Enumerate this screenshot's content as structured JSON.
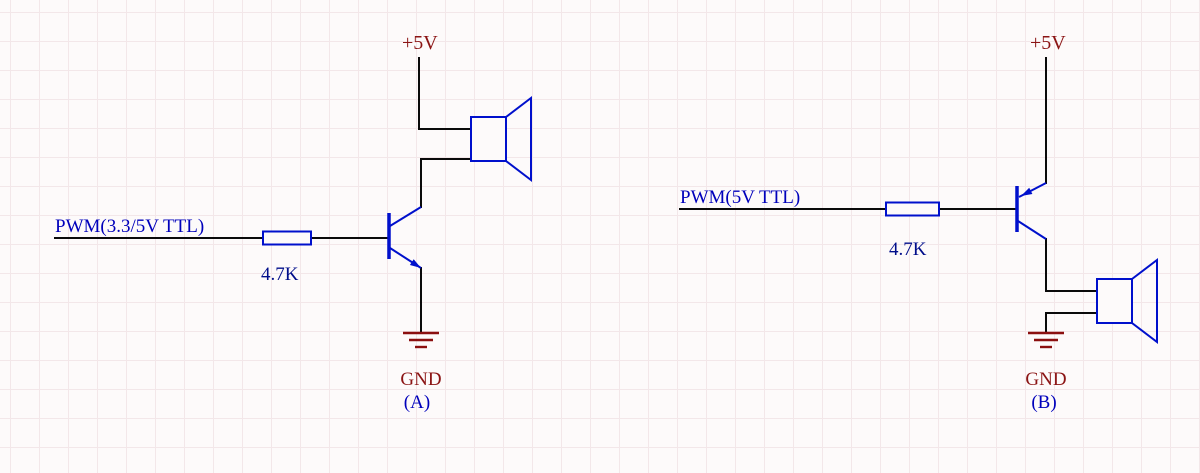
{
  "title": "PWM speaker driver schematic",
  "colors": {
    "wire": "#0a0a0a",
    "symbol_blue": "#0010cc",
    "label_blue": "#0000bb",
    "power_red": "#8b1414",
    "grid_line": "#f3e7e9",
    "background": "#fdfafa"
  },
  "circuit_a": {
    "supply_label": "+5V",
    "input_label": "PWM(3.3/5V TTL)",
    "resistor_value": "4.7K",
    "ground_label": "GND",
    "caption": "(A)"
  },
  "circuit_b": {
    "supply_label": "+5V",
    "input_label": "PWM(5V TTL)",
    "resistor_value": "4.7K",
    "ground_label": "GND",
    "caption": "(B)"
  }
}
